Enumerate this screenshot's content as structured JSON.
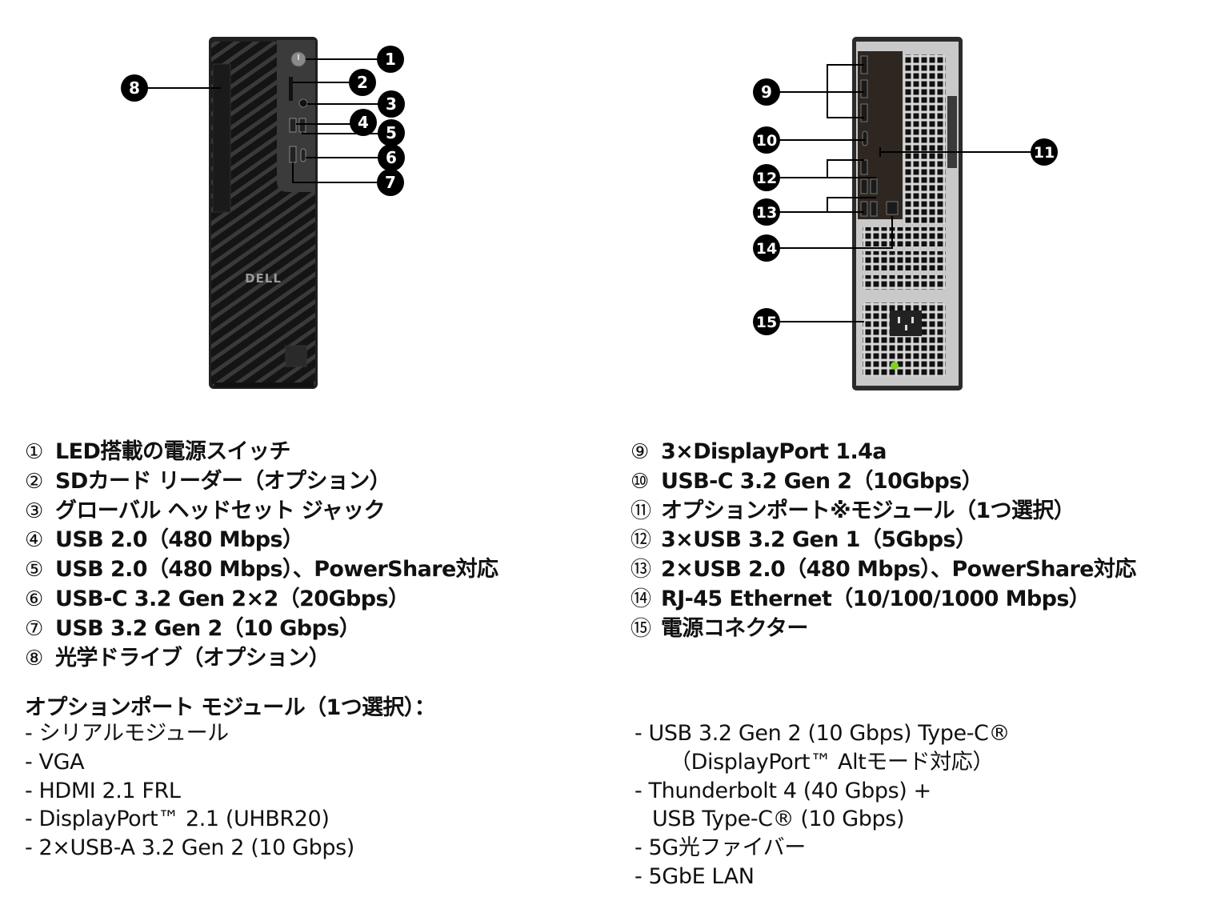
{
  "front_view": {
    "brand_logo": "DELL",
    "callouts": [
      "1",
      "2",
      "3",
      "4",
      "5",
      "6",
      "7",
      "8"
    ]
  },
  "rear_view": {
    "callouts": [
      "9",
      "10",
      "11",
      "12",
      "13",
      "14",
      "15"
    ]
  },
  "legend_left": [
    {
      "num": "①",
      "label": "LED搭載の電源スイッチ"
    },
    {
      "num": "②",
      "label": "SDカード リーダー（オプション）"
    },
    {
      "num": "③",
      "label": "グローバル ヘッドセット ジャック"
    },
    {
      "num": "④",
      "label": "USB 2.0（480 Mbps）"
    },
    {
      "num": "⑤",
      "label": "USB 2.0（480 Mbps）、PowerShare対応"
    },
    {
      "num": "⑥",
      "label": "USB-C 3.2 Gen 2×2（20Gbps）"
    },
    {
      "num": "⑦",
      "label": "USB 3.2 Gen 2（10 Gbps）"
    },
    {
      "num": "⑧",
      "label": "光学ドライブ（オプション）"
    }
  ],
  "legend_right": [
    {
      "num": "⑨",
      "label": "3×DisplayPort 1.4a"
    },
    {
      "num": "⑩",
      "label": "USB-C 3.2 Gen 2（10Gbps）"
    },
    {
      "num": "⑪",
      "label": "オプションポート※モジュール（1つ選択）"
    },
    {
      "num": "⑫",
      "label": "3×USB 3.2 Gen 1（5Gbps）"
    },
    {
      "num": "⑬",
      "label": "2×USB 2.0（480 Mbps）、PowerShare対応"
    },
    {
      "num": "⑭",
      "label": "RJ-45 Ethernet（10/100/1000 Mbps）"
    },
    {
      "num": "⑮",
      "label": "電源コネクター"
    }
  ],
  "option_modules": {
    "heading": "オプションポート モジュール（1つ選択）：",
    "left": [
      "- シリアルモジュール",
      "- VGA",
      "- HDMI 2.1 FRL",
      "- DisplayPort™ 2.1 (UHBR20)",
      "- 2×USB-A 3.2 Gen 2 (10 Gbps)"
    ],
    "right": [
      {
        "text": "- USB 3.2 Gen 2 (10 Gbps) Type-C®",
        "indent": 0
      },
      {
        "text": "（DisplayPort™ Altモード対応）",
        "indent": 2
      },
      {
        "text": "- Thunderbolt 4 (40 Gbps) +",
        "indent": 0
      },
      {
        "text": "USB Type-C® (10 Gbps)",
        "indent": 1
      },
      {
        "text": "- 5G光ファイバー",
        "indent": 0
      },
      {
        "text": "- 5GbE LAN",
        "indent": 0
      }
    ]
  },
  "colors": {
    "callout_fill": "#000000",
    "callout_text": "#ffffff",
    "chassis": "#1e1e1e",
    "panel": "#3a3a3a",
    "psu_led": "#7ed321"
  }
}
